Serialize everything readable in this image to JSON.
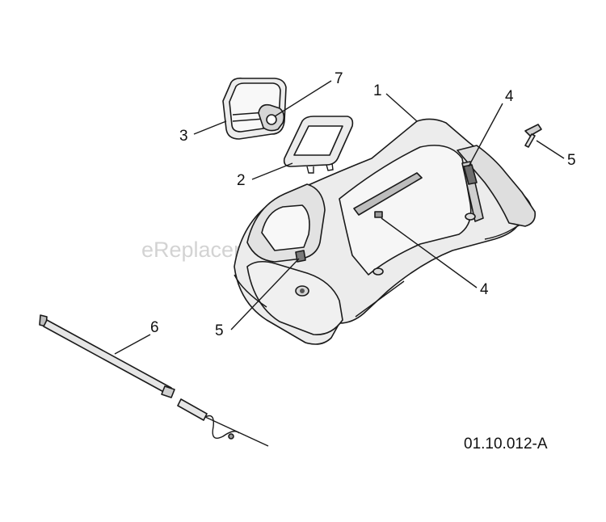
{
  "watermark": "eReplacementParts.com",
  "diagram_id": "01.10.012-A",
  "callouts": {
    "c1": "1",
    "c2": "2",
    "c3": "3",
    "c4a": "4",
    "c4b": "4",
    "c5a": "5",
    "c5b": "5",
    "c6": "6",
    "c7": "7"
  },
  "colors": {
    "line": "#1a1a1a",
    "part_fill": "#ececec",
    "part_shade": "#cfcfcf",
    "watermark": "#c9c9c9"
  }
}
